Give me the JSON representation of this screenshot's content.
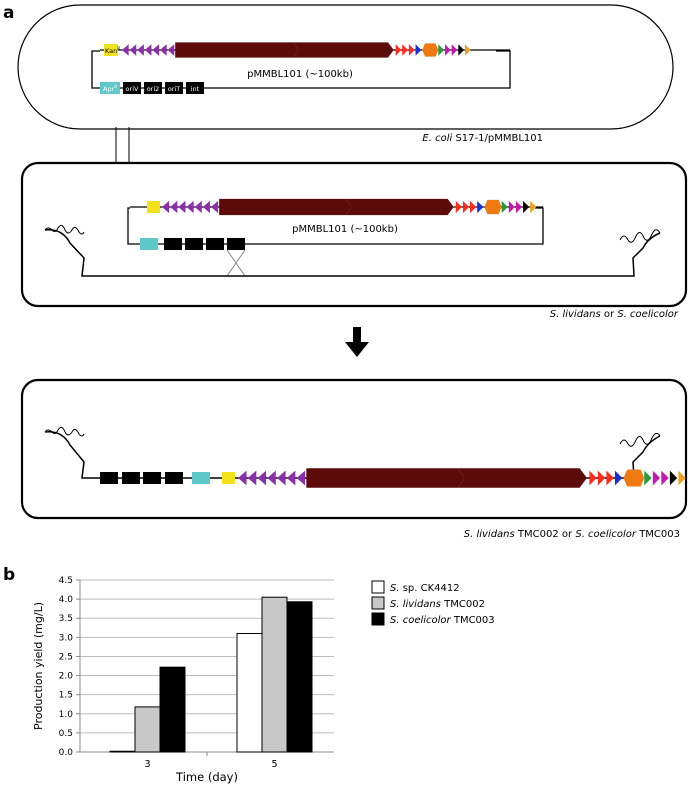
{
  "panel_a": {
    "label": "a",
    "top": {
      "plasmid_name": "pMMBL101 (~100kb)",
      "kan_label": "Kan",
      "kan_sup": "R",
      "apr_label": "Apr",
      "apr_sup": "R",
      "elements": [
        "oriV",
        "ori2",
        "oriT",
        "int"
      ],
      "host_species": "E. coli",
      "host_strain": "S17-1/pMMBL101"
    },
    "middle": {
      "plasmid_name": "pMMBL101 (~100kb)",
      "host_a": "S. lividans",
      "host_or": "or",
      "host_b": "S. coelicolor"
    },
    "bottom": {
      "host_a": "S. lividans",
      "strain_a": "TMC002",
      "host_or": "or",
      "host_b": "S. coelicolor",
      "strain_b": "TMC003"
    },
    "gene_colors": {
      "kan": "#f2e21b",
      "apr": "#5fc8c8",
      "purple": "#8b2fa8",
      "cluster": "#5c0a0a",
      "red": "#ff2a1a",
      "blue": "#1a2ed6",
      "orange": "#f07a12",
      "green": "#2a9a3a",
      "magenta": "#c01ab0",
      "black": "#000000",
      "amber": "#f0a020"
    }
  },
  "panel_b": {
    "label": "b",
    "chart_data": {
      "type": "bar",
      "categories": [
        "3",
        "5"
      ],
      "series": [
        {
          "name": "S. sp. CK4412",
          "name_italic": "S.",
          "name_rest": "sp. CK4412",
          "color": "#ffffff",
          "values": [
            0.02,
            3.1
          ]
        },
        {
          "name": "S. lividans TMC002",
          "name_italic": "S. lividans",
          "name_rest": "TMC002",
          "color": "#c8c8c8",
          "values": [
            1.18,
            4.05
          ]
        },
        {
          "name": "S. coelicolor TMC003",
          "name_italic": "S. coelicolor",
          "name_rest": "TMC003",
          "color": "#000000",
          "values": [
            2.22,
            3.93
          ]
        }
      ],
      "xlabel": "Time (day)",
      "ylabel": "Production yield (mg/L)",
      "ylim": [
        0,
        4.5
      ],
      "yticks": [
        "0.0",
        "0.5",
        "1.0",
        "1.5",
        "2.0",
        "2.5",
        "3.0",
        "3.5",
        "4.0",
        "4.5"
      ],
      "grid": true,
      "legend_position": "right"
    }
  }
}
